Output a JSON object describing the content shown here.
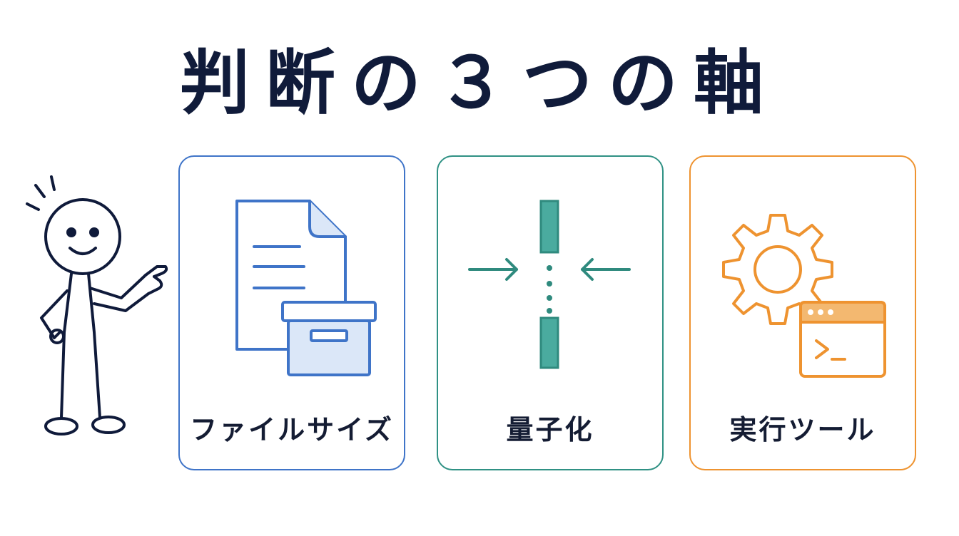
{
  "title": "判断の３つの軸",
  "cards": [
    {
      "label": "ファイルサイズ",
      "icon": "document-box-icon",
      "color": "#3f74c8"
    },
    {
      "label": "量子化",
      "icon": "compression-arrows-icon",
      "color": "#2f9184"
    },
    {
      "label": "実行ツール",
      "icon": "gear-terminal-icon",
      "color": "#ee9330"
    }
  ],
  "figure": {
    "icon": "pointing-stick-figure-icon"
  }
}
